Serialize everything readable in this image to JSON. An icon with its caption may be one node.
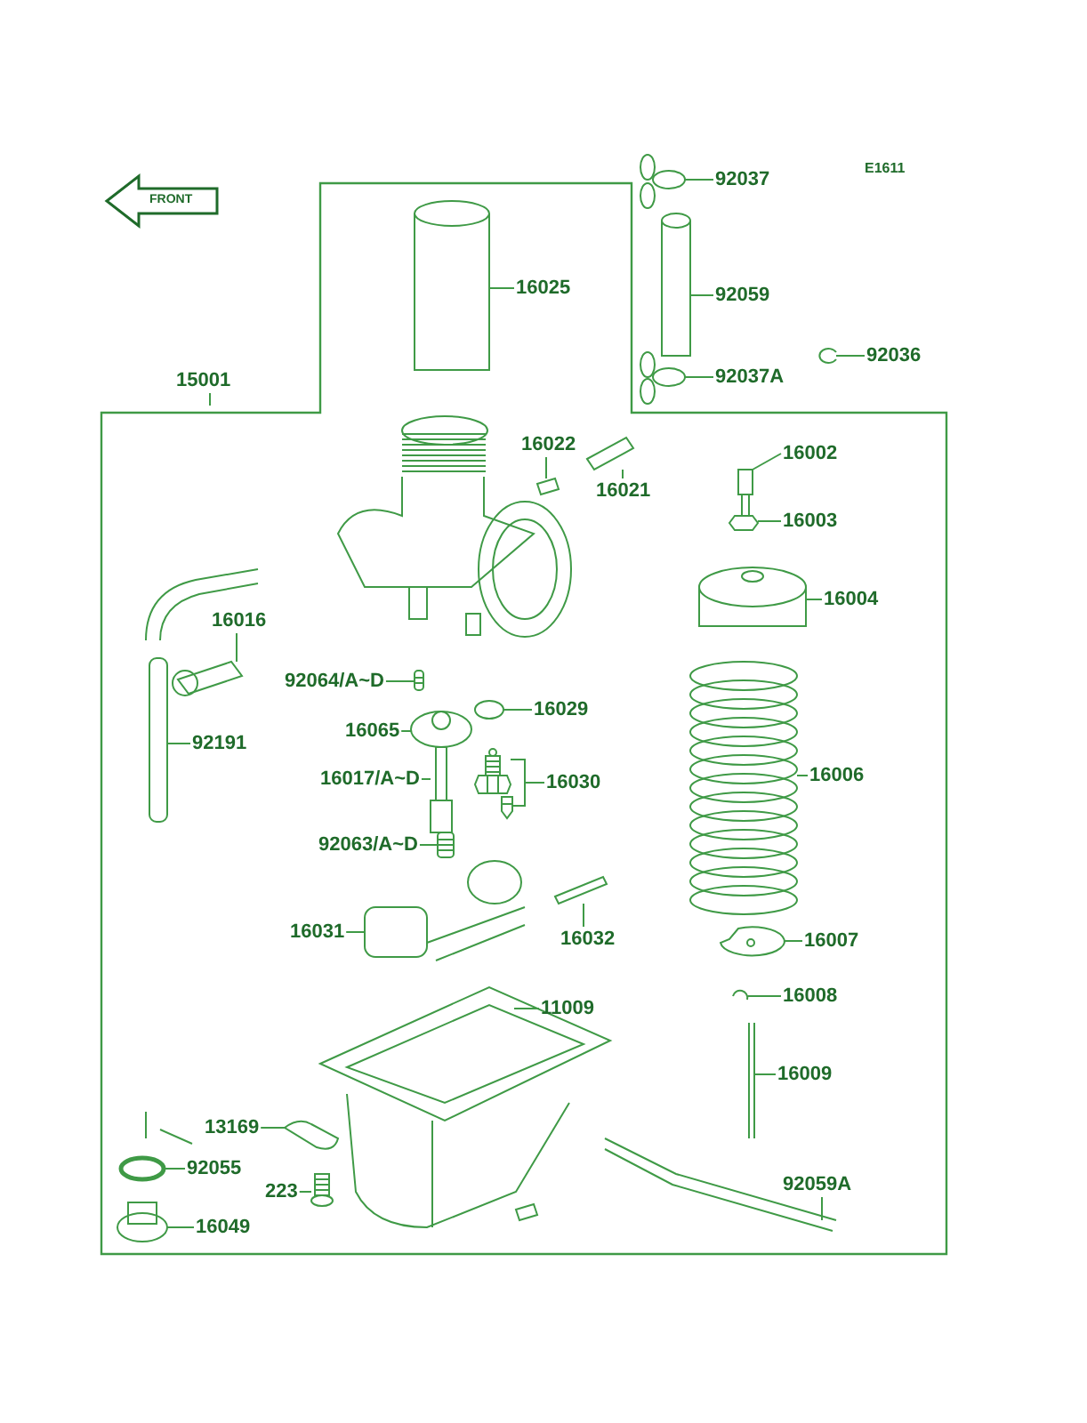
{
  "diagram": {
    "nodes": [
      {
        "text": [
          "92037"
        ]
      },
      {
        "text": [
          "16025"
        ]
      },
      {
        "text": [
          "92059"
        ]
      },
      {
        "text": [
          "92036"
        ]
      },
      {
        "text": [
          "92037A"
        ]
      },
      {
        "text": [
          "15001"
        ]
      },
      {
        "text": [
          "16022"
        ]
      },
      {
        "text": [
          "16021"
        ]
      },
      {
        "text": [
          "16002"
        ]
      },
      {
        "text": [
          "16003"
        ]
      },
      {
        "text": [
          "16004"
        ]
      },
      {
        "text": [
          "16016"
        ]
      },
      {
        "text": [
          "92064/A~D"
        ]
      },
      {
        "text": [
          "16029"
        ]
      },
      {
        "text": [
          "16065"
        ]
      },
      {
        "text": [
          "92191"
        ]
      },
      {
        "text": [
          "16006"
        ]
      },
      {
        "text": [
          "16017/A~D"
        ]
      },
      {
        "text": [
          "16030"
        ]
      },
      {
        "text": [
          "92063/A~D"
        ]
      },
      {
        "text": [
          "16032"
        ]
      },
      {
        "text": [
          "16007"
        ]
      },
      {
        "text": [
          "16031"
        ]
      },
      {
        "text": [
          "11009"
        ]
      },
      {
        "text": [
          "16008"
        ]
      },
      {
        "text": [
          "16009"
        ]
      },
      {
        "text": [
          "13169"
        ]
      },
      {
        "text": [
          "92055"
        ]
      },
      {
        "text": [
          "92059A"
        ]
      },
      {
        "text": [
          "223"
        ]
      },
      {
        "text": [
          "16049"
        ]
      },
      {
        "text": [],
        "shape": "picture"
      },
      {
        "text": [],
        "shape": "picture"
      },
      {
        "text": [],
        "shape": "picture"
      },
      {
        "text": [],
        "shape": "picture"
      },
      {
        "text": [],
        "shape": "picture"
      },
      {
        "text": [],
        "shape": "picture"
      },
      {
        "text": [],
        "shape": "picture"
      },
      {
        "text": [],
        "shape": "picture"
      },
      {
        "text": [],
        "shape": "picture"
      },
      {
        "text": [],
        "shape": "picture"
      },
      {
        "text": [],
        "shape": "picture"
      },
      {
        "text": [],
        "shape": "picture"
      },
      {
        "text": [],
        "shape": "picture"
      },
      {
        "text": [],
        "shape": "picture"
      },
      {
        "text": [],
        "shape": "picture"
      },
      {
        "text": [],
        "shape": "picture"
      },
      {
        "text": [],
        "shape": "picture"
      },
      {
        "text": [],
        "shape": "picture"
      },
      {
        "text": [],
        "shape": "picture"
      },
      {
        "text": [],
        "shape": "picture"
      },
      {
        "text": [],
        "shape": "picture"
      },
      {
        "text": [],
        "shape": "picture"
      },
      {
        "text": [],
        "shape": "picture"
      },
      {
        "text": [],
        "shape": "picture"
      },
      {
        "text": [],
        "shape": "picture"
      },
      {
        "text": [],
        "shape": "picture"
      },
      {
        "text": [],
        "shape": "picture"
      },
      {
        "text": [],
        "shape": "picture"
      },
      {
        "text": [],
        "shape": "picture"
      },
      {
        "text": [],
        "shape": "picture"
      },
      {
        "text": [],
        "shape": "picture"
      }
    ],
    "edges": [
      {
        "from": 0,
        "to": 31,
        "arrow": "none"
      },
      {
        "from": 1,
        "to": 32,
        "arrow": "none"
      },
      {
        "from": 2,
        "to": 33,
        "arrow": "none"
      },
      {
        "from": 3,
        "to": 34,
        "arrow": "none"
      },
      {
        "from": 4,
        "to": 35,
        "arrow": "none"
      },
      {
        "from": 5,
        "to": null,
        "arrow": "none"
      },
      {
        "from": 6,
        "to": 36,
        "arrow": "none"
      },
      {
        "from": 7,
        "to": 37,
        "arrow": "none"
      },
      {
        "from": 8,
        "to": 38,
        "arrow": "none"
      },
      {
        "from": 9,
        "to": 39,
        "arrow": "none"
      },
      {
        "from": 10,
        "to": 40,
        "arrow": "none"
      },
      {
        "from": 11,
        "to": 41,
        "arrow": "none"
      },
      {
        "from": 12,
        "to": 42,
        "arrow": "none"
      },
      {
        "from": 13,
        "to": 43,
        "arrow": "none"
      },
      {
        "from": 14,
        "to": 44,
        "arrow": "none"
      },
      {
        "from": 15,
        "to": 45,
        "arrow": "none"
      },
      {
        "from": 16,
        "to": 46,
        "arrow": "none"
      },
      {
        "from": 17,
        "to": 47,
        "arrow": "none"
      },
      {
        "from": 18,
        "to": 48,
        "arrow": "none"
      },
      {
        "from": 18,
        "to": 49,
        "arrow": "none"
      },
      {
        "from": 19,
        "to": 50,
        "arrow": "none"
      },
      {
        "from": 20,
        "to": 51,
        "arrow": "none"
      },
      {
        "from": 21,
        "to": 52,
        "arrow": "none"
      },
      {
        "from": 22,
        "to": 53,
        "arrow": "none"
      },
      {
        "from": 23,
        "to": 54,
        "arrow": "none"
      },
      {
        "from": 24,
        "to": 55,
        "arrow": "none"
      },
      {
        "from": 25,
        "to": 56,
        "arrow": "none"
      },
      {
        "from": 26,
        "to": 57,
        "arrow": "none"
      },
      {
        "from": 27,
        "to": 58,
        "arrow": "none"
      },
      {
        "from": 28,
        "to": 59,
        "arrow": "none"
      },
      {
        "from": 29,
        "to": 60,
        "arrow": "none"
      },
      {
        "from": 30,
        "to": 61,
        "arrow": "none"
      }
    ],
    "labels": [
      "FRONT",
      "E1611"
    ]
  }
}
